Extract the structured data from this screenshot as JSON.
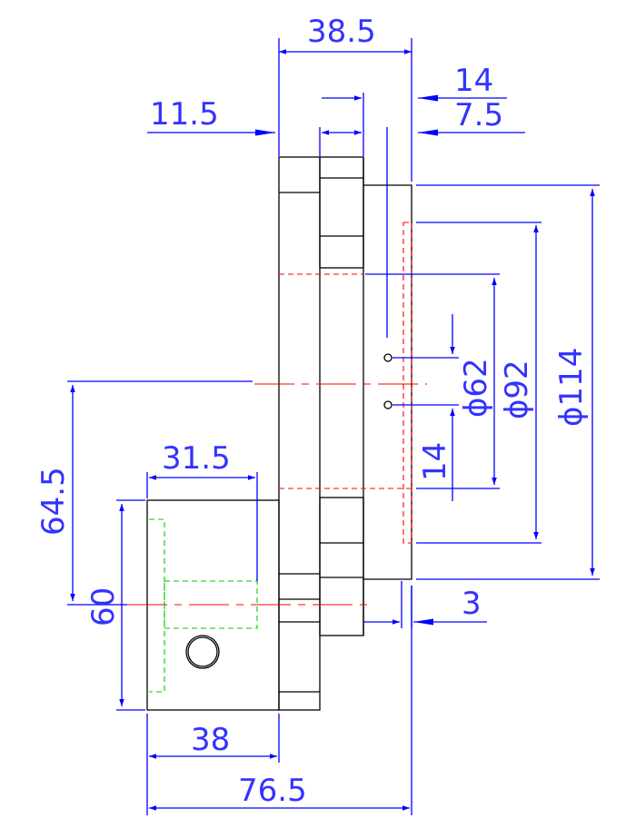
{
  "dimensions": {
    "top_width": "38.5",
    "offset_left": "11.5",
    "offset_14": "14",
    "offset_7_5": "7.5",
    "dia_114": "ϕ114",
    "dia_92": "ϕ92",
    "dia_62": "ϕ62",
    "hole_spacing": "14",
    "height_64_5": "64.5",
    "block_width": "31.5",
    "block_height": "60",
    "gap_3": "3",
    "bottom_38": "38",
    "overall_width": "76.5"
  },
  "colors": {
    "outline": "#000000",
    "dimension": "#0000ff",
    "dimension_text": "#3333ff",
    "centerline": "#ff0000",
    "hidden_green": "#00cc00"
  }
}
